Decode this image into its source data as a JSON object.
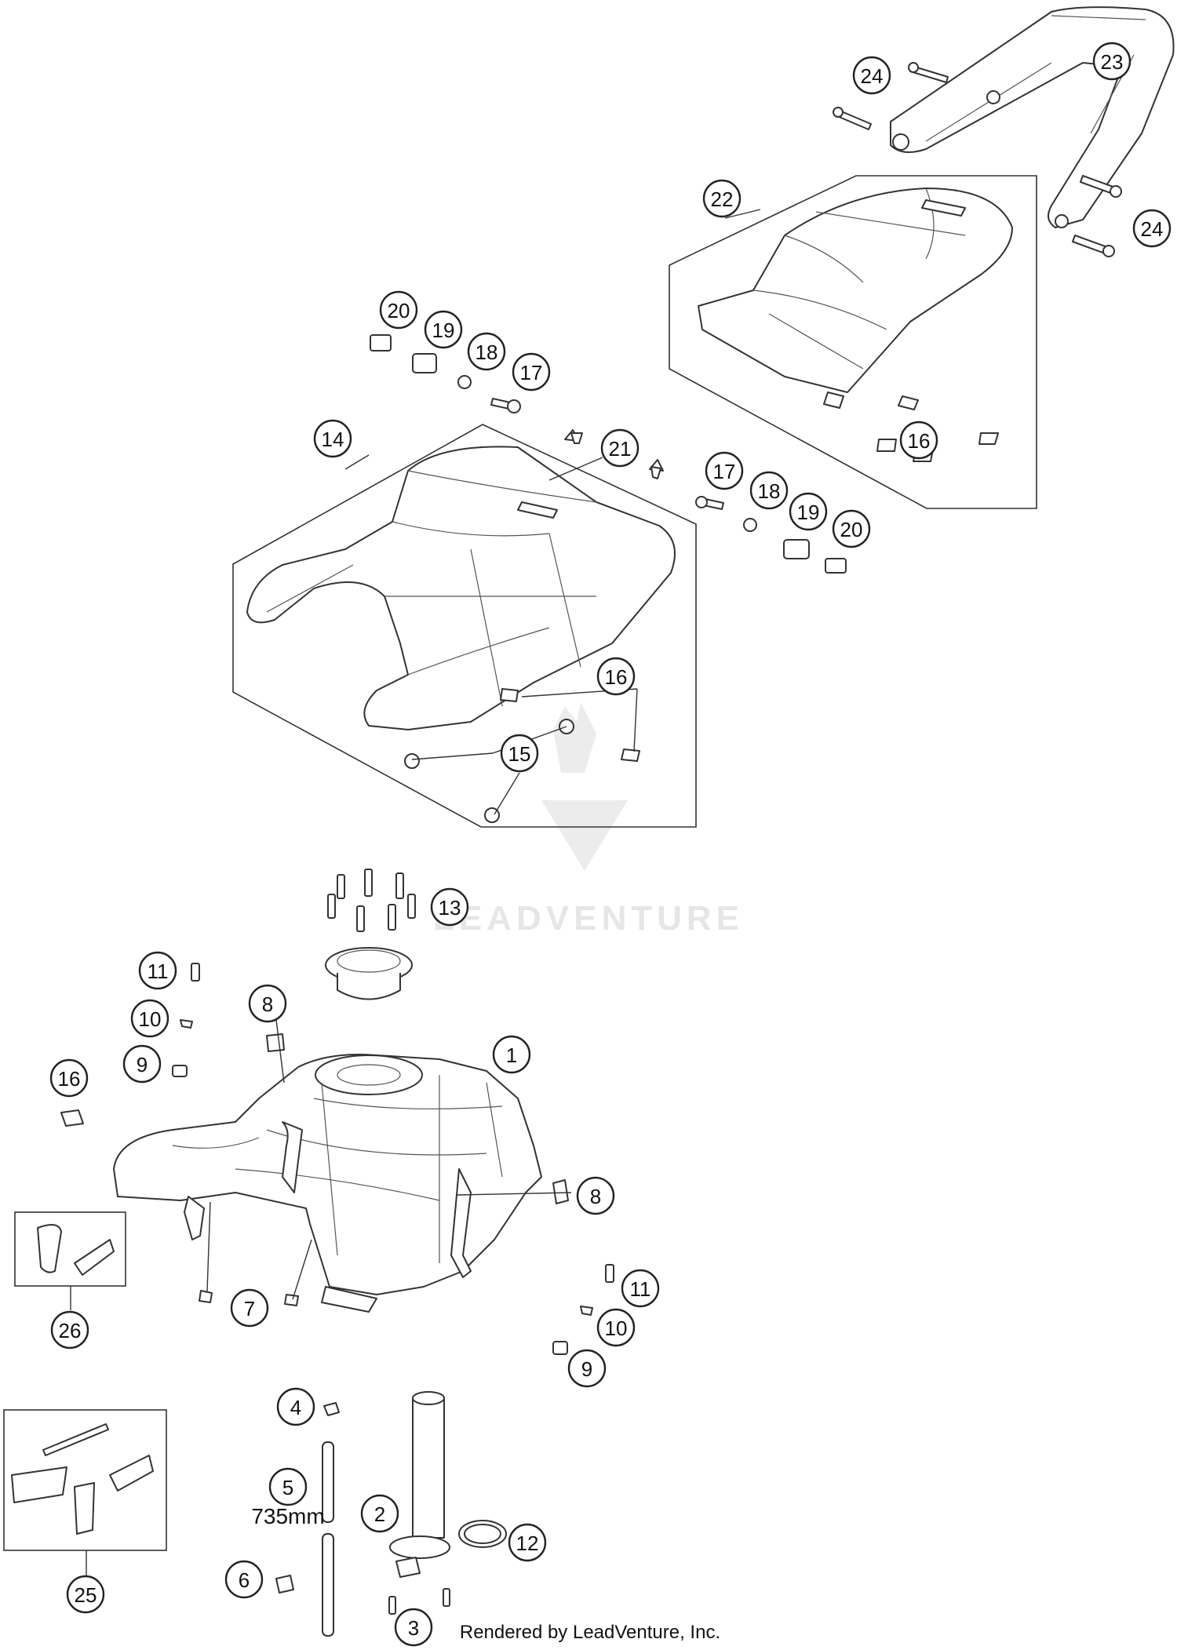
{
  "callouts": [
    {
      "id": "c24a",
      "label": "24"
    },
    {
      "id": "c23",
      "label": "23"
    },
    {
      "id": "c22",
      "label": "22"
    },
    {
      "id": "c24b",
      "label": "24"
    },
    {
      "id": "c20a",
      "label": "20"
    },
    {
      "id": "c19a",
      "label": "19"
    },
    {
      "id": "c18a",
      "label": "18"
    },
    {
      "id": "c17a",
      "label": "17"
    },
    {
      "id": "c21",
      "label": "21"
    },
    {
      "id": "c14",
      "label": "14"
    },
    {
      "id": "c17b",
      "label": "17"
    },
    {
      "id": "c18b",
      "label": "18"
    },
    {
      "id": "c19b",
      "label": "19"
    },
    {
      "id": "c20b",
      "label": "20"
    },
    {
      "id": "c16a",
      "label": "16"
    },
    {
      "id": "c16b",
      "label": "16"
    },
    {
      "id": "c15",
      "label": "15"
    },
    {
      "id": "c13",
      "label": "13"
    },
    {
      "id": "c11a",
      "label": "11"
    },
    {
      "id": "c10a",
      "label": "10"
    },
    {
      "id": "c9a",
      "label": "9"
    },
    {
      "id": "c8a",
      "label": "8"
    },
    {
      "id": "c16c",
      "label": "16"
    },
    {
      "id": "c1",
      "label": "1"
    },
    {
      "id": "c8b",
      "label": "8"
    },
    {
      "id": "c26",
      "label": "26"
    },
    {
      "id": "c7",
      "label": "7"
    },
    {
      "id": "c11b",
      "label": "11"
    },
    {
      "id": "c10b",
      "label": "10"
    },
    {
      "id": "c9b",
      "label": "9"
    },
    {
      "id": "c4",
      "label": "4"
    },
    {
      "id": "c5",
      "label": "5"
    },
    {
      "id": "c2",
      "label": "2"
    },
    {
      "id": "c12",
      "label": "12"
    },
    {
      "id": "c6",
      "label": "6"
    },
    {
      "id": "c25",
      "label": "25"
    },
    {
      "id": "c3",
      "label": "3"
    }
  ],
  "hose_length": "735mm",
  "watermark": "LEADVENTURE",
  "footer": "Rendered by LeadVenture, Inc."
}
